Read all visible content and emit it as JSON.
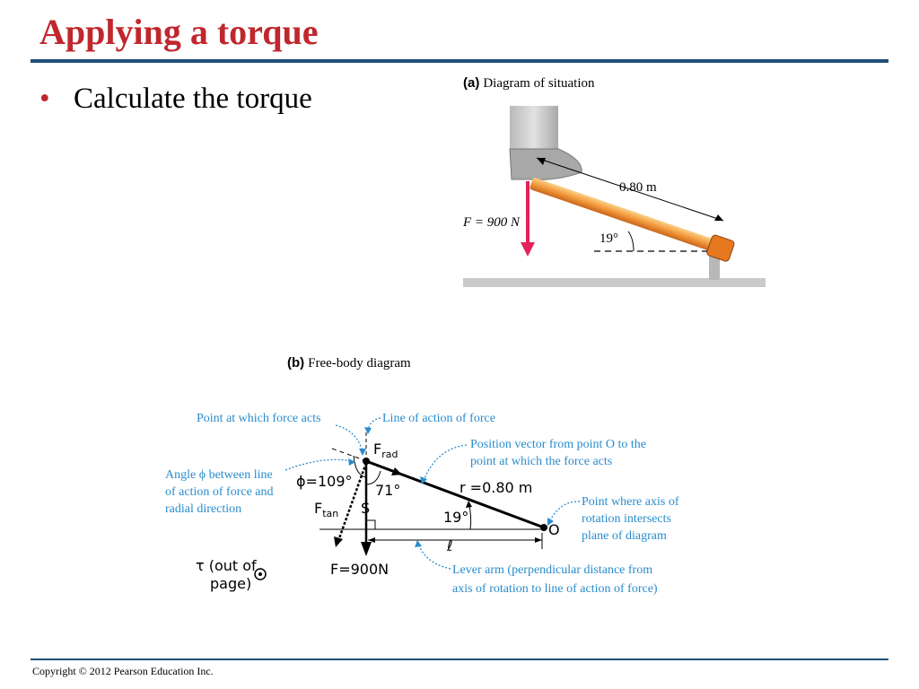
{
  "title": "Applying a torque",
  "bullet": "Calculate the torque",
  "diagram_a": {
    "caption_letter": "(a)",
    "caption_text": "Diagram of situation",
    "length_label": "0.80 m",
    "force_label": "F = 900 N",
    "angle_label": "19°"
  },
  "diagram_b": {
    "caption_letter": "(b)",
    "caption_text": "Free-body diagram",
    "point_force_acts": "Point at which force acts",
    "line_of_action": "Line of action of force",
    "position_vector_1": "Position vector from point O to the",
    "position_vector_2": "point at which the force acts",
    "angle_phi_1": "Angle ϕ between line",
    "angle_phi_2": "of action of force and",
    "angle_phi_3": "radial direction",
    "axis_point_1": "Point where axis of",
    "axis_point_2": "rotation intersects",
    "axis_point_3": "plane of diagram",
    "lever_arm_1": "Lever arm (perpendicular distance from",
    "lever_arm_2": "axis of rotation to line of action of force)",
    "phi_value": "ϕ=109°",
    "angle_71": "71°",
    "angle_19": "19°",
    "r_label": "r =0.80 m",
    "f_rad": "F",
    "f_rad_sub": "rad",
    "f_tan": "F",
    "f_tan_sub": "tan",
    "point_o": "O",
    "lever_symbol": "ℓ",
    "s_mark": "S",
    "f_label": "F=900N",
    "torque_1": "τ (out of",
    "torque_2": "page)"
  },
  "footer": "Copyright © 2012 Pearson Education Inc.",
  "colors": {
    "title": "#c0272d",
    "rule": "#1f4e79",
    "annotation": "#2a8ccc",
    "force_arrow": "#e3235a",
    "pipe": "#f39a3c"
  }
}
